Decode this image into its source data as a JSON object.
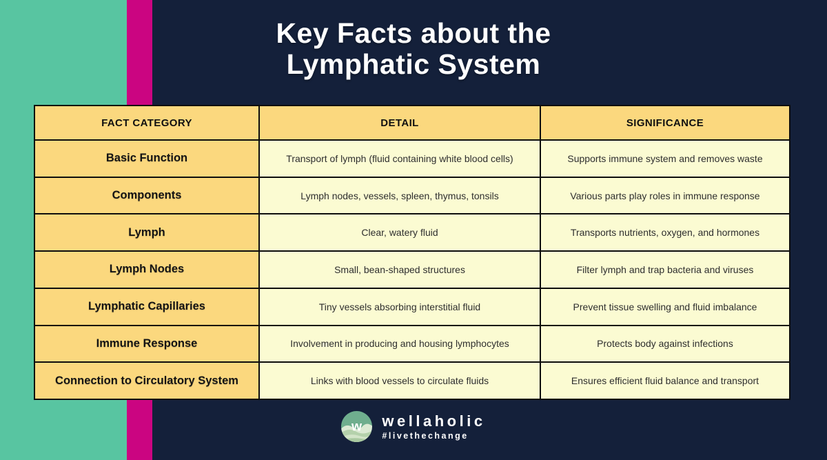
{
  "header": {
    "title_line1": "Key Facts about the",
    "title_line2": "Lymphatic System"
  },
  "table": {
    "headers": [
      "FACT CATEGORY",
      "DETAIL",
      "SIGNIFICANCE"
    ],
    "rows": [
      {
        "category": "Basic Function",
        "detail": "Transport of lymph (fluid containing white blood cells)",
        "significance": "Supports immune system and removes waste"
      },
      {
        "category": "Components",
        "detail": "Lymph nodes, vessels, spleen, thymus, tonsils",
        "significance": "Various parts play roles in immune response"
      },
      {
        "category": "Lymph",
        "detail": "Clear, watery fluid",
        "significance": "Transports nutrients, oxygen, and hormones"
      },
      {
        "category": "Lymph Nodes",
        "detail": "Small, bean-shaped structures",
        "significance": "Filter lymph and trap bacteria and viruses"
      },
      {
        "category": "Lymphatic Capillaries",
        "detail": "Tiny vessels absorbing interstitial fluid",
        "significance": "Prevent tissue swelling and fluid imbalance"
      },
      {
        "category": "Immune Response",
        "detail": "Involvement in producing and housing lymphocytes",
        "significance": "Protects body against infections"
      },
      {
        "category": "Connection to Circulatory System",
        "detail": "Links with blood vessels to circulate fluids",
        "significance": "Ensures efficient fluid balance and transport"
      }
    ]
  },
  "footer": {
    "brand": "wellaholic",
    "tagline": "#livethechange",
    "logo_letter": "w"
  },
  "colors": {
    "background_navy": "#14203a",
    "stripe_green": "#58c5a1",
    "stripe_magenta": "#cb0581",
    "cell_gold": "#fbd87e",
    "cell_cream": "#fbfbd2",
    "table_border": "#0d0d0d",
    "title_white": "#ffffff"
  }
}
